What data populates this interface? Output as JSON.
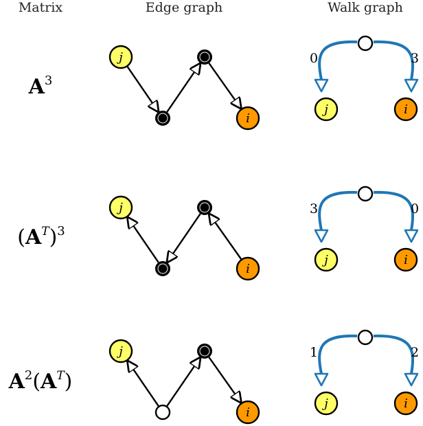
{
  "headers": {
    "matrix": "Matrix",
    "edge": "Edge graph",
    "walk": "Walk graph"
  },
  "colors": {
    "yellow": "#ffff66",
    "orange": "#ff9900",
    "blue": "#1f77b4",
    "black": "#000000",
    "white": "#ffffff"
  },
  "rows": [
    {
      "matrix": {
        "base": "A",
        "sup": "3",
        "suffix": ""
      },
      "edge": {
        "nodes": [
          {
            "label": "j",
            "fill": "yellow"
          },
          {
            "label": "",
            "fill": "black"
          },
          {
            "label": "",
            "fill": "black"
          },
          {
            "label": "i",
            "fill": "orange"
          }
        ],
        "edges": [
          {
            "from": 0,
            "to": 1
          },
          {
            "from": 1,
            "to": 2
          },
          {
            "from": 2,
            "to": 3
          }
        ]
      },
      "walk": {
        "left": "0",
        "right": "3",
        "node_left": "j",
        "node_right": "i"
      }
    },
    {
      "matrix": {
        "pre": "(",
        "base": "A",
        "inner_sup": "T",
        "post": ")",
        "sup": "3"
      },
      "edge": {
        "nodes": [
          {
            "label": "j",
            "fill": "yellow"
          },
          {
            "label": "",
            "fill": "black"
          },
          {
            "label": "",
            "fill": "black"
          },
          {
            "label": "i",
            "fill": "orange"
          }
        ],
        "edges": [
          {
            "from": 1,
            "to": 0
          },
          {
            "from": 2,
            "to": 1
          },
          {
            "from": 3,
            "to": 2
          }
        ]
      },
      "walk": {
        "left": "3",
        "right": "0",
        "node_left": "j",
        "node_right": "i"
      }
    },
    {
      "matrix": {
        "base": "A",
        "sup": "2",
        "pre2": "(",
        "base2": "A",
        "inner_sup2": "T",
        "post2": ")"
      },
      "edge": {
        "nodes": [
          {
            "label": "j",
            "fill": "yellow"
          },
          {
            "label": "",
            "fill": "white"
          },
          {
            "label": "",
            "fill": "black"
          },
          {
            "label": "i",
            "fill": "orange"
          }
        ],
        "edges": [
          {
            "from": 1,
            "to": 0
          },
          {
            "from": 1,
            "to": 2
          },
          {
            "from": 2,
            "to": 3
          }
        ]
      },
      "walk": {
        "left": "1",
        "right": "2",
        "node_left": "j",
        "node_right": "i"
      }
    }
  ]
}
